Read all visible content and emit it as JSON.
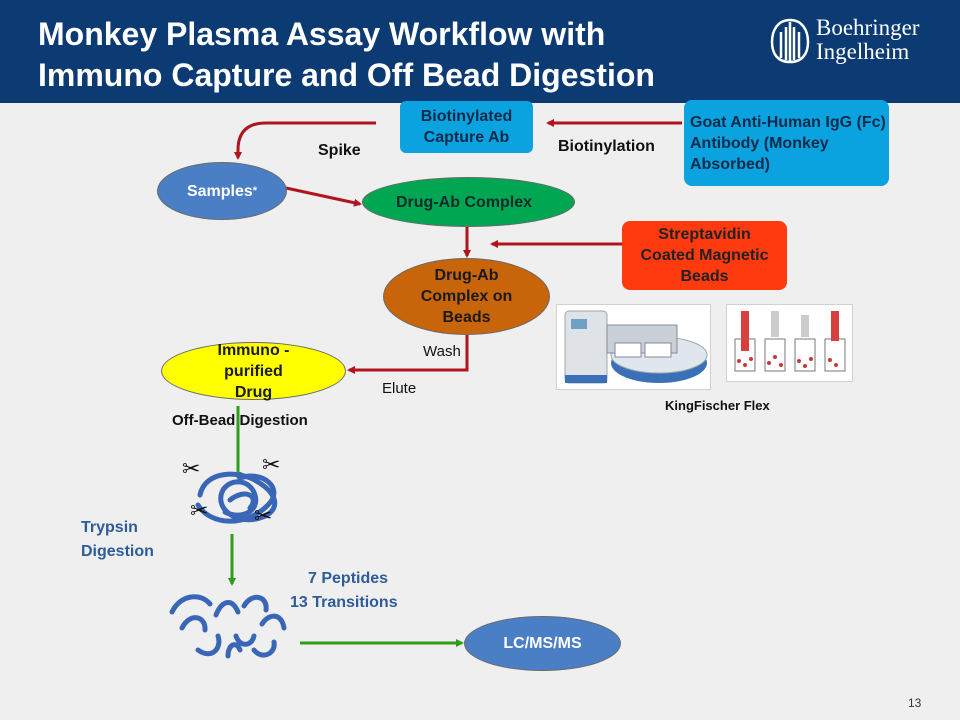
{
  "header": {
    "title": "Monkey Plasma Assay Workflow with Immuno Capture and Off Bead Digestion",
    "logo_line1": "Boehringer",
    "logo_line2": "Ingelheim",
    "logo_icon": "boehringer-building-icon"
  },
  "nodes": {
    "capture_ab": "Biotinylated Capture Ab",
    "goat_ab": "Goat Anti-Human IgG (Fc) Antibody (Monkey Absorbed)",
    "samples": "Samples",
    "samples_mark": "*",
    "drug_ab_complex": "Drug-Ab Complex",
    "streptavidin": "Streptavidin Coated Magnetic Beads",
    "complex_on_beads": "Drug-Ab Complex on Beads",
    "immuno_purified": "Immuno - purified Drug",
    "lcmsms": "LC/MS/MS"
  },
  "labels": {
    "spike": "Spike",
    "biotinylation": "Biotinylation",
    "wash": "Wash",
    "elute": "Elute",
    "off_bead": "Off-Bead Digestion",
    "kingfischer": "KingFischer Flex",
    "trypsin": "Trypsin Digestion",
    "peptides": "7 Peptides",
    "transitions": "13 Transitions"
  },
  "colors": {
    "header": "#0c3a73",
    "capture_ab": "#0aa3e0",
    "goat_ab": "#0aa3e0",
    "samples": "#4b7fc5",
    "drug_ab_complex": "#00a651",
    "streptavidin": "#ff3a0e",
    "complex_on_beads": "#c8640a",
    "immuno_purified": "#ffff00",
    "lcmsms": "#4b7fc5",
    "arrow_red": "#b0141c",
    "arrow_green": "#2e9e1a",
    "text_blue": "#2e5c9a"
  },
  "icons": [
    "scissors-icon",
    "protein-tangle-icon",
    "peptide-fragments-icon"
  ],
  "page_number": "13"
}
